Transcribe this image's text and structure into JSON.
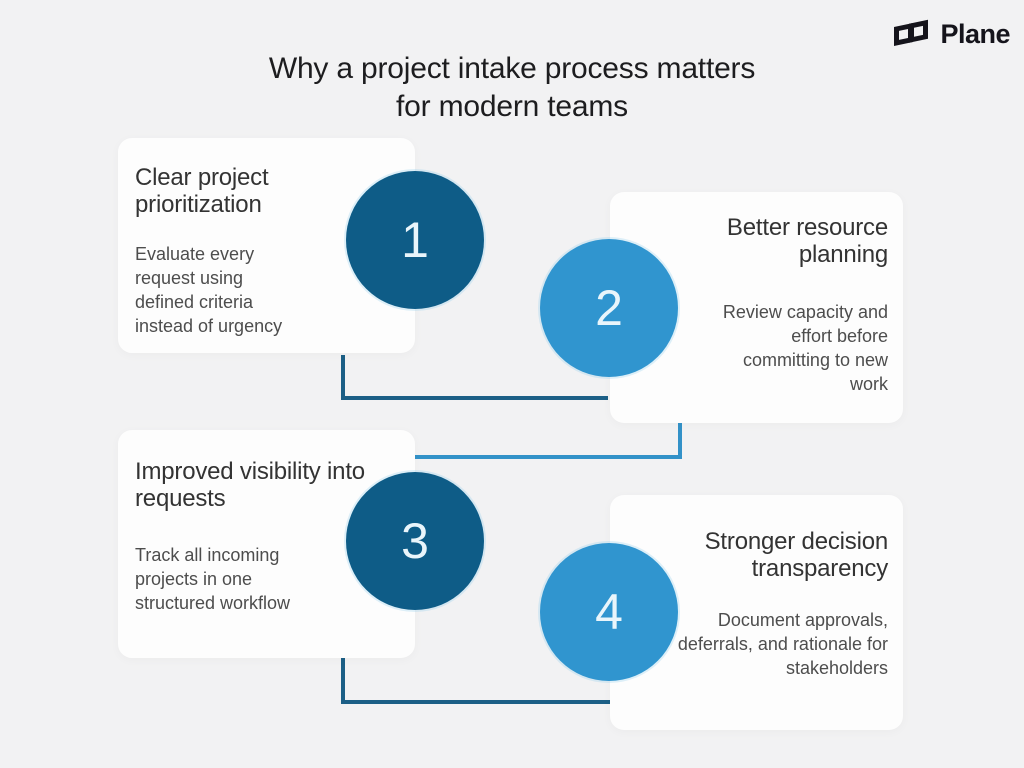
{
  "brand": {
    "name": "Plane",
    "icon": "plane-logo-icon"
  },
  "title": {
    "line1": "Why a project intake process matters",
    "line2": "for modern teams"
  },
  "colors": {
    "background": "#f2f2f3",
    "card": "#fdfdfd",
    "dark_blue": "#0e5c87",
    "light_blue": "#3095cf",
    "connector_dark": "#1c5f86",
    "connector_light": "#3392c8",
    "title_text": "#1d1d1f",
    "heading_text": "#333333",
    "body_text": "#4d4d4d",
    "number_text": "#e9f5fb",
    "logo_text": "#15141b"
  },
  "steps": [
    {
      "number": "1",
      "heading": "Clear project prioritization",
      "body": "Evaluate every request using defined criteria instead of urgency",
      "circle": "dark"
    },
    {
      "number": "2",
      "heading": "Better resource planning",
      "body": "Review capacity and effort before committing to new work",
      "circle": "light"
    },
    {
      "number": "3",
      "heading": "Improved visibility into requests",
      "body": "Track all incoming projects in one structured workflow",
      "circle": "dark"
    },
    {
      "number": "4",
      "heading": "Stronger decision transparency",
      "body": "Document approvals, deferrals, and rationale for stakeholders",
      "circle": "light"
    }
  ]
}
